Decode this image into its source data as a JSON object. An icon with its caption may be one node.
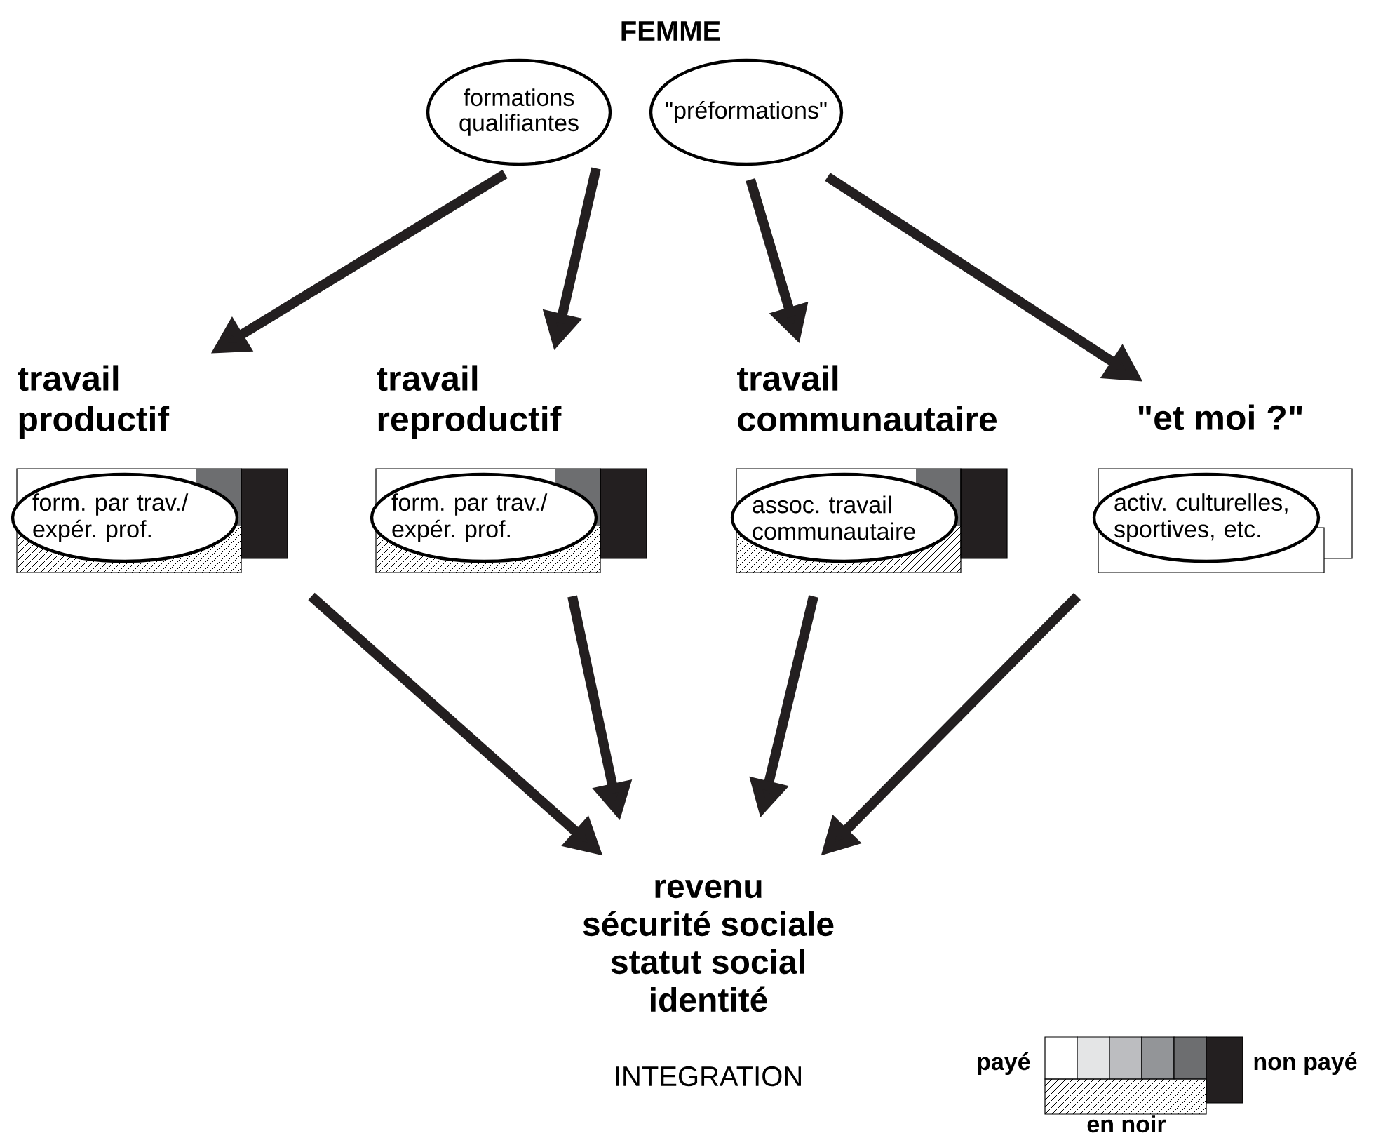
{
  "diagram": {
    "nodes": [
      {
        "text": [
          "formations qualifiantes"
        ]
      },
      {
        "text": [
          "\"préformations\""
        ]
      },
      {
        "text": [
          "travail productif"
        ]
      },
      {
        "text": [
          "form. par trav./ expér. prof."
        ],
        "in": 2
      },
      {
        "text": [
          "travail reproductif"
        ]
      },
      {
        "text": [
          "form. par trav./ expér. prof."
        ],
        "in": 4
      },
      {
        "text": [
          "travail communautaire"
        ]
      },
      {
        "text": [
          "assoc. travail communautaire"
        ],
        "in": 6
      },
      {
        "text": [
          "\"et moi ?\""
        ]
      },
      {
        "text": [
          "activ. culturelles, sportives, etc."
        ],
        "in": 8
      },
      {
        "text": [
          "revenu",
          "sécurité sociale",
          "statut social",
          "identité"
        ]
      }
    ],
    "edges": [
      {
        "from": 0,
        "to": 2,
        "arrow": "to"
      },
      {
        "from": 0,
        "to": 4,
        "arrow": "to"
      },
      {
        "from": 1,
        "to": 6,
        "arrow": "to"
      },
      {
        "from": 1,
        "to": 8,
        "arrow": "to"
      },
      {
        "from": 2,
        "to": 10,
        "arrow": "to"
      },
      {
        "from": 4,
        "to": 10,
        "arrow": "to"
      },
      {
        "from": 6,
        "to": 10,
        "arrow": "to"
      },
      {
        "from": 8,
        "to": 10,
        "arrow": "to"
      }
    ],
    "labels": [
      "FEMME",
      "INTEGRATION",
      "payé",
      "non payé",
      "en noir"
    ]
  }
}
